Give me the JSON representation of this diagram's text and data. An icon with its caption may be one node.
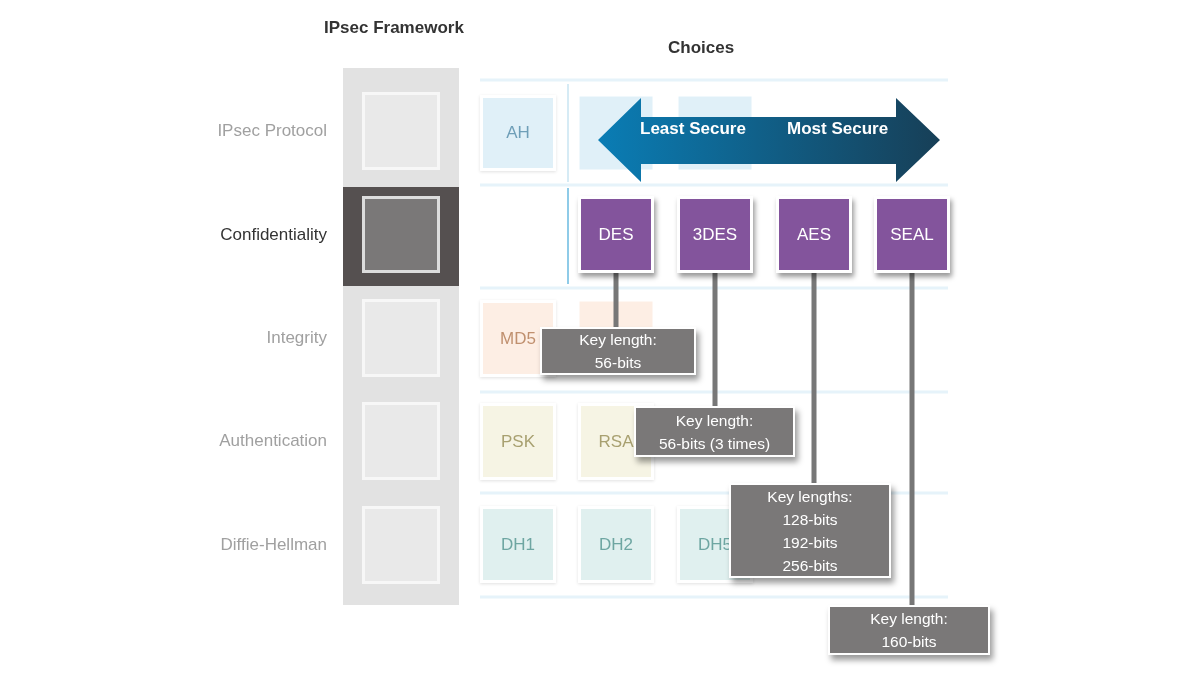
{
  "diagram": {
    "title": "IPsec Framework",
    "nodes": [
      {
        "text": [],
        "shape": "box",
        "beside": [
          "IPsec Protocol"
        ]
      },
      {
        "text": [],
        "shape": "box",
        "beside": [
          "Confidentiality"
        ]
      },
      {
        "text": [],
        "shape": "box",
        "beside": [
          "Integrity"
        ]
      },
      {
        "text": [],
        "shape": "box",
        "beside": [
          "Authentication"
        ]
      },
      {
        "text": [],
        "shape": "box",
        "beside": [
          "Diffie-Hellman"
        ]
      },
      {
        "text": [
          "AH"
        ]
      },
      {
        "text": [
          "DES"
        ]
      },
      {
        "text": [
          "3DES"
        ]
      },
      {
        "text": [
          "AES"
        ]
      },
      {
        "text": [
          "SEAL"
        ]
      },
      {
        "text": [
          "MD5"
        ]
      },
      {
        "text": [
          "PSK"
        ]
      },
      {
        "text": [
          "RSA"
        ]
      },
      {
        "text": [
          "DH1"
        ]
      },
      {
        "text": [
          "DH2"
        ]
      },
      {
        "text": [
          "DH5"
        ]
      },
      {
        "text": [
          "Key length:",
          "56-bits"
        ]
      },
      {
        "text": [
          "Key length:",
          "56-bits (3 times)"
        ]
      },
      {
        "text": [
          "Key lengths:",
          "128-bits",
          "192-bits",
          "256-bits"
        ]
      },
      {
        "text": [
          "Key length:",
          "160-bits"
        ]
      }
    ],
    "edges": [
      {
        "from": 6,
        "to": 16,
        "arrow": "none"
      },
      {
        "from": 7,
        "to": 17,
        "arrow": "none"
      },
      {
        "from": 8,
        "to": 18,
        "arrow": "none"
      },
      {
        "from": 9,
        "to": 19,
        "arrow": "none"
      }
    ],
    "labels": [
      "Choices",
      "Least Secure",
      "Most Secure"
    ]
  }
}
